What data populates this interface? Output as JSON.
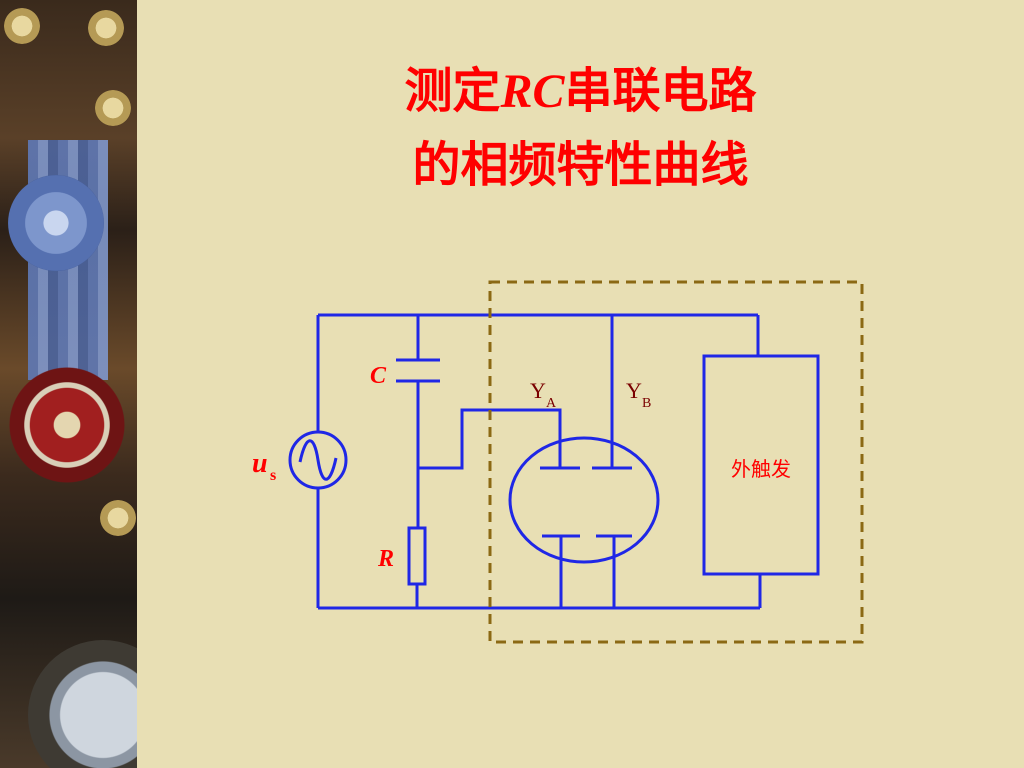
{
  "title": {
    "line1_prefix": "测定",
    "line1_italic": "RC",
    "line1_suffix": "串联电路",
    "line2": "的相频特性曲线"
  },
  "diagram": {
    "capacitor_label": "C",
    "resistor_label": "R",
    "source_label": "u",
    "source_subscript": "s",
    "ya_label": "Y",
    "ya_subscript": "A",
    "yb_label": "Y",
    "yb_subscript": "B",
    "trigger_box_label": "外触发"
  },
  "colors": {
    "background": "#e8dfb4",
    "wire": "#1f27e6",
    "title": "#ff0000",
    "dashed_box": "#8b6914"
  }
}
